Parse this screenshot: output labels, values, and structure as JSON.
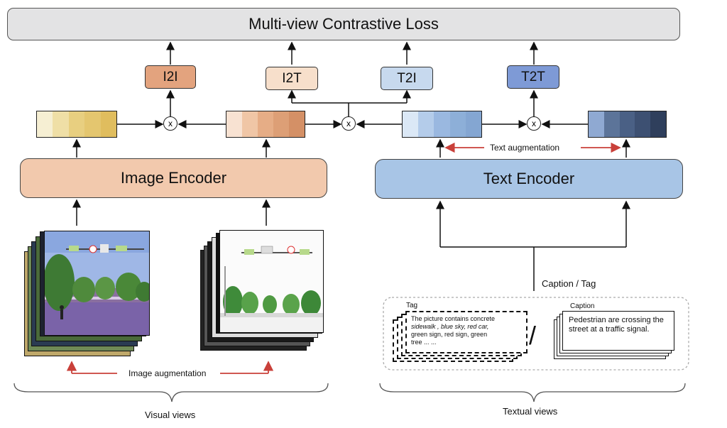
{
  "title": "Multi-view Contrastive Loss",
  "losses": [
    "I2I",
    "I2T",
    "T2I",
    "T2T"
  ],
  "multiply_symbol": "x",
  "image_encoder": "Image Encoder",
  "text_encoder": "Text Encoder",
  "text_augmentation": "Text augmentation",
  "image_augmentation": "Image augmentation",
  "caption_tag_label": "Caption / Tag",
  "tag_title": "Tag",
  "caption_title": "Caption",
  "tag_text_line1": "The picture contains concrete",
  "tag_text_line2": "sidewalk ,  blue sky,  red car,",
  "tag_text_line3": "green sign, red sign, green",
  "tag_text_line4": "tree ... ...",
  "caption_text": "Pedestrian are crossing the street at a traffic signal.",
  "separator": "/",
  "visual_views": "Visual views",
  "textual_views": "Textual views",
  "colors": {
    "i2i": "#e3a37e",
    "i2t": "#f7dfcb",
    "t2i": "#c7d9ee",
    "t2t": "#7e9ad6",
    "image_encoder": "#f2c9ad",
    "text_encoder": "#a8c5e6",
    "arrow_red": "#c9403a"
  }
}
